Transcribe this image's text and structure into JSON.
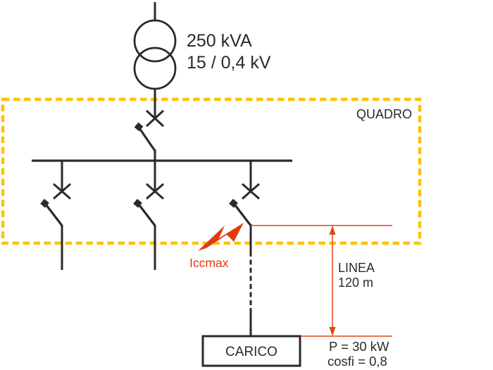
{
  "diagram": {
    "transformer": {
      "rating": "250 kVA",
      "voltage": "15 / 0,4 kV"
    },
    "panel": {
      "label": "QUADRO"
    },
    "fault": {
      "label": "Iccmax"
    },
    "feeder_line": {
      "label": "LINEA",
      "length": "120 m"
    },
    "load": {
      "label": "CARICO",
      "power": "P = 30 kW",
      "cosphi": "cosfi = 0,8"
    },
    "icons": {
      "transformer_icon": "two-overlapping-circles",
      "breaker_icon": "x-cross-with-open-switch-blade",
      "fault_icon": "lightning-bolt"
    },
    "colors": {
      "conductor": "#2b2a29",
      "panel_border": "#fcc303",
      "fault_red": "#e23c0d",
      "dimension_red": "#dd4814",
      "text_dark": "#2b2a29"
    }
  }
}
